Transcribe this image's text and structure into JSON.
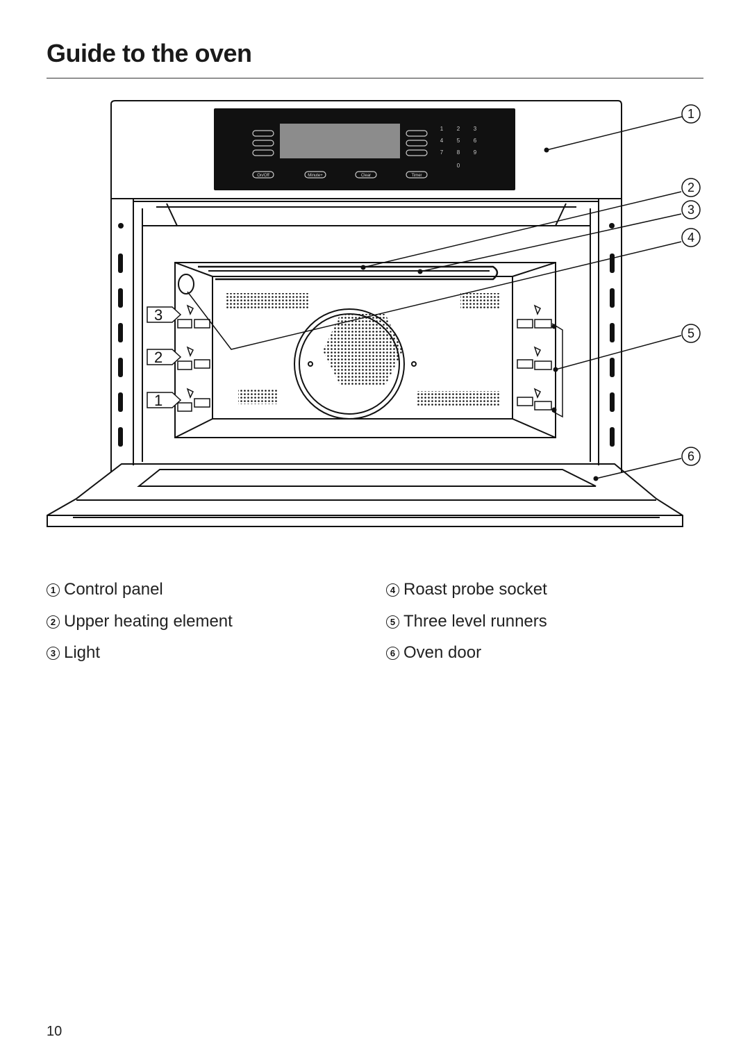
{
  "page": {
    "title": "Guide to the oven",
    "number": "10"
  },
  "control_panel": {
    "buttons": [
      "On/Off",
      "Minute+",
      "Clear",
      "Timer"
    ],
    "keypad": [
      "1",
      "2",
      "3",
      "4",
      "5",
      "6",
      "7",
      "8",
      "9",
      "0"
    ]
  },
  "shelf_levels": [
    "3",
    "2",
    "1"
  ],
  "callouts": [
    "1",
    "2",
    "3",
    "4",
    "5",
    "6"
  ],
  "legend": [
    {
      "num": "1",
      "label": "Control panel"
    },
    {
      "num": "2",
      "label": "Upper heating element"
    },
    {
      "num": "3",
      "label": "Light"
    },
    {
      "num": "4",
      "label": "Roast probe socket"
    },
    {
      "num": "5",
      "label": "Three level runners"
    },
    {
      "num": "6",
      "label": "Oven door"
    }
  ]
}
